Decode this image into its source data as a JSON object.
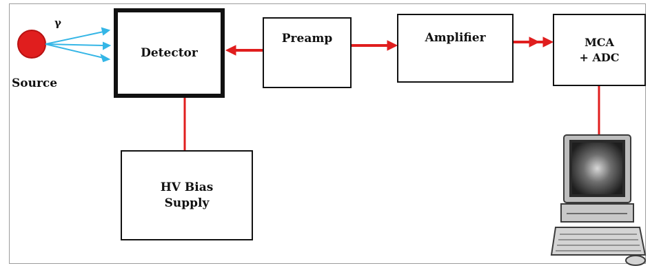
{
  "diagram": {
    "source": {
      "label": "Source",
      "symbol": "γ",
      "color": "#e01e1e"
    },
    "detector": {
      "label": "Detector"
    },
    "preamp": {
      "label": "Preamp"
    },
    "amplifier": {
      "label": "Amplifier"
    },
    "mca": {
      "line1": "MCA",
      "line2": "+ ADC"
    },
    "hv_bias": {
      "line1": "HV Bias",
      "line2": "Supply"
    },
    "colors": {
      "connector": "#e01e1e",
      "gamma_ray": "#35b6e6",
      "box_border": "#111111"
    }
  }
}
